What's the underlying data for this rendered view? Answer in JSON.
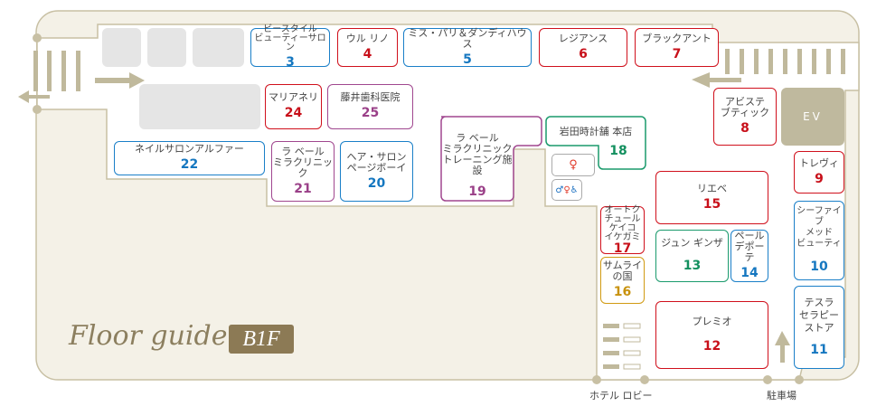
{
  "title": "Floor guide",
  "floor": "B1F",
  "colors": {
    "red": "#d0101c",
    "blue": "#1a7fc8",
    "purple": "#a0478f",
    "green": "#1a9a6c",
    "gold": "#d19a12",
    "beige": "#f4f1e7",
    "accent": "#8c7a55"
  },
  "stores": {
    "s3": {
      "name": "ビースタイル\nビューティーサロン",
      "no": "3"
    },
    "s4": {
      "name": "ウル リノ",
      "no": "4"
    },
    "s5": {
      "name": "ミス・パリ＆ダンディハウス",
      "no": "5"
    },
    "s6": {
      "name": "レジアンス",
      "no": "6"
    },
    "s7": {
      "name": "ブラックアント",
      "no": "7"
    },
    "s8": {
      "name": "アビステ\nブティック",
      "no": "8"
    },
    "s9": {
      "name": "トレヴィ",
      "no": "9"
    },
    "s10": {
      "name": "シーファイブ\nメッド\nビューティ",
      "no": "10"
    },
    "s11": {
      "name": "テスラ\nセラピー\nストア",
      "no": "11"
    },
    "s12": {
      "name": "プレミオ",
      "no": "12"
    },
    "s13": {
      "name": "ジュン ギンザ",
      "no": "13"
    },
    "s14": {
      "name": "ペール\nデポーテ",
      "no": "14"
    },
    "s15": {
      "name": "リエベ",
      "no": "15"
    },
    "s16": {
      "name": "サムライ\nの国",
      "no": "16"
    },
    "s17": {
      "name": "オートク\nチュール\nケイコ\nイケガミ",
      "no": "17"
    },
    "s18": {
      "name": "岩田時計舗 本店",
      "no": "18"
    },
    "s19": {
      "name": "ラ ベール\nミラクリニック\nトレーニング施設",
      "no": "19"
    },
    "s20": {
      "name": "ヘア・サロン\nページボーイ",
      "no": "20"
    },
    "s21": {
      "name": "ラ ベール\nミラクリニック",
      "no": "21"
    },
    "s22": {
      "name": "ネイルサロンアルファー",
      "no": "22"
    },
    "s24": {
      "name": "マリアネリ",
      "no": "24"
    },
    "s25": {
      "name": "藤井歯科医院",
      "no": "25"
    }
  },
  "ev": "EV",
  "exits": {
    "hotel_lobby": "ホテル ロビー",
    "parking": "駐車場"
  },
  "icons": {
    "restroom_women": "women-restroom-icon",
    "restroom_multi": "multipurpose-restroom-icon"
  }
}
